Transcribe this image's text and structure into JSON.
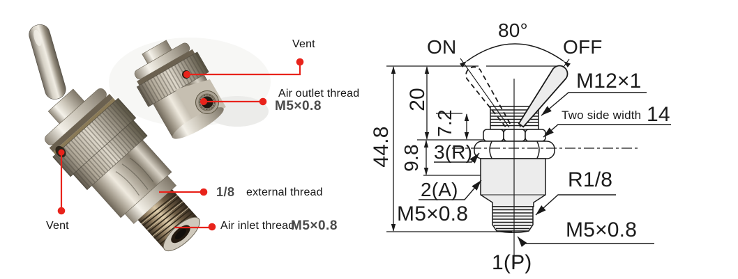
{
  "photo": {
    "vent_top": "Vent",
    "air_outlet_line1": "Air outlet thread",
    "air_outlet_line2": "M5×0.8",
    "external_size": "1/8",
    "external_label": "external thread",
    "air_inlet_label": "Air inlet thread",
    "air_inlet_size": "M5×0.8",
    "vent_bottom": "Vent",
    "accent_color": "#e8231b"
  },
  "drawing": {
    "on": "ON",
    "off": "OFF",
    "angle": "80°",
    "stem_thread": "M12×1",
    "two_side_width": "Two side width",
    "two_side_width_value": "14",
    "dim_overall": "44.8",
    "dim_upper": "20",
    "dim_stem": "7.2",
    "dim_mid": "9.8",
    "port_3": "3(R)",
    "port_2": "2(A)",
    "port_2_thread": "M5×0.8",
    "mount_thread": "R1/8",
    "port_1_thread": "M5×0.8",
    "port_1": "1(P)",
    "line_color": "#1a1a1a"
  }
}
